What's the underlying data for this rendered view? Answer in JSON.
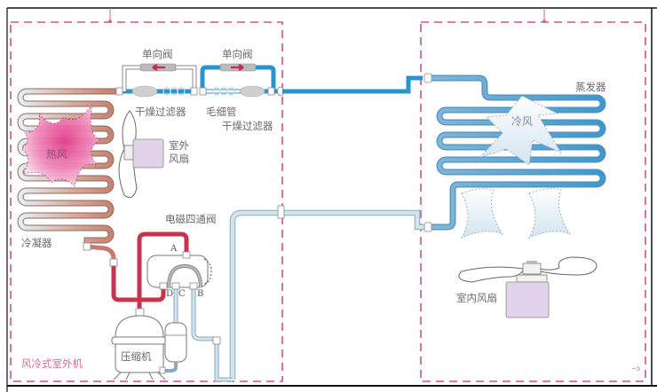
{
  "diagram": {
    "type": "air-conditioner refrigeration cycle schematic",
    "outdoor_unit": {
      "label": "风冷式室外机",
      "components": {
        "condenser": "冷凝器",
        "hot_air": "热风",
        "outdoor_fan": "室外风扇",
        "four_way_valve": "电磁四通阀",
        "compressor": "压缩机",
        "check_valve_1": "单向阀",
        "check_valve_2": "单向阀",
        "drying_filter_1": "干燥过滤器",
        "capillary_tube": "毛细管",
        "drying_filter_2": "干燥过滤器"
      },
      "valve_ports": [
        "A",
        "B",
        "C",
        "D"
      ]
    },
    "indoor_unit": {
      "components": {
        "evaporator": "蒸发器",
        "cold_air": "冷风",
        "indoor_fan": "室内风扇"
      }
    },
    "colors": {
      "boundary_dash": "#d6508c",
      "hot_pipe": "#c98a78",
      "hot_gas_pipe": "#c8344e",
      "liquid_pipe": "#2a93cf",
      "suction_pipe": "#b8d4e6",
      "fan_motor": "#e2d2ea",
      "hot_air": "#e8559a",
      "cold_air": "#d9e9f4"
    }
  }
}
